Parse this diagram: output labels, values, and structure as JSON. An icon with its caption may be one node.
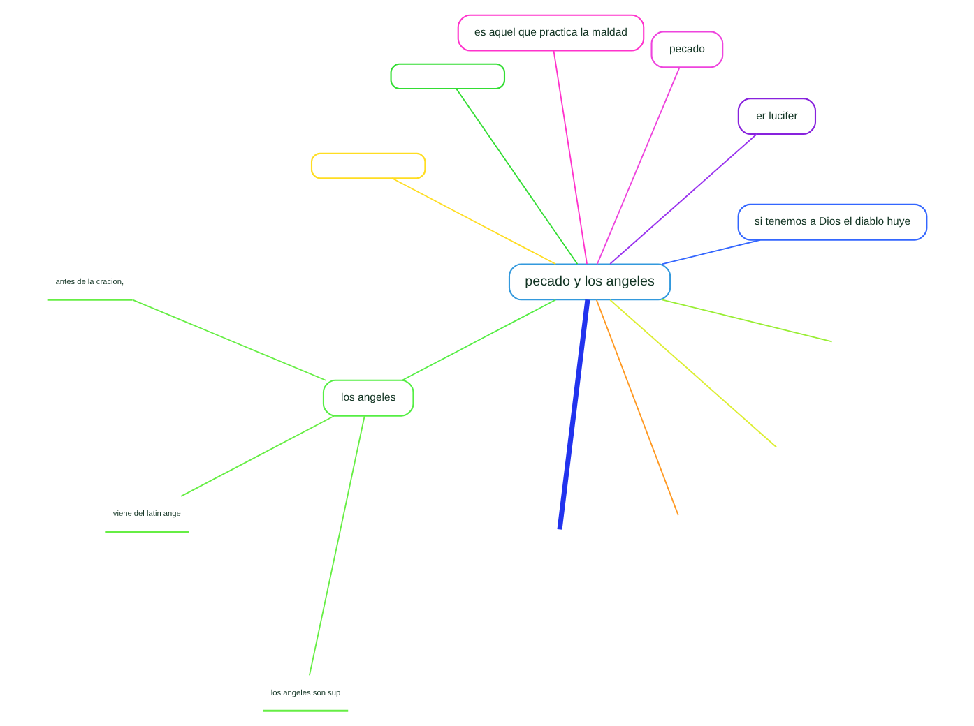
{
  "diagram": {
    "nodes": [
      {
        "text": [
          "pecado y los angeles"
        ]
      },
      {
        "text": [
          "si tenemos a Dios el diablo huye"
        ]
      },
      {
        "text": [
          "er lucifer"
        ]
      },
      {
        "text": [
          "pecado"
        ]
      },
      {
        "text": [
          "es aquel que practica la maldad"
        ]
      },
      {
        "text": [],
        "shape": "box"
      },
      {
        "text": [],
        "shape": "box"
      },
      {
        "text": [
          "los angeles"
        ]
      },
      {
        "text": [
          "antes de la cracion,"
        ]
      },
      {
        "text": [
          "viene del latin ange"
        ]
      },
      {
        "text": [
          "los angeles son sup"
        ]
      }
    ],
    "edges": [
      {
        "from": 0,
        "to": 1,
        "arrow": "none",
        "color": "#3366ff"
      },
      {
        "from": 0,
        "to": null,
        "arrow": "none",
        "style": "thick",
        "color": "#2233ee"
      },
      {
        "from": 0,
        "to": 2,
        "arrow": "none",
        "color": "#9933ee"
      },
      {
        "from": 0,
        "to": 3,
        "arrow": "none",
        "color": "#ee44dd"
      },
      {
        "from": 0,
        "to": 4,
        "arrow": "none",
        "color": "#ff33cc"
      },
      {
        "from": 0,
        "to": 5,
        "arrow": "none",
        "color": "#33dd33"
      },
      {
        "from": 0,
        "to": 7,
        "arrow": "none",
        "color": "#55ee44"
      },
      {
        "from": 7,
        "to": 8,
        "arrow": "none",
        "color": "#66ee44"
      },
      {
        "from": 7,
        "to": 9,
        "arrow": "none",
        "color": "#66ee44"
      },
      {
        "from": 7,
        "to": 10,
        "arrow": "none",
        "color": "#66ee44"
      },
      {
        "from": 0,
        "to": null,
        "arrow": "none",
        "color": "#ff9922"
      },
      {
        "from": 0,
        "to": 6,
        "arrow": "none",
        "color": "#ffdd22"
      },
      {
        "from": 0,
        "to": null,
        "arrow": "none",
        "color": "#ddee33"
      },
      {
        "from": 0,
        "to": null,
        "arrow": "none",
        "color": "#99ee33"
      }
    ]
  }
}
